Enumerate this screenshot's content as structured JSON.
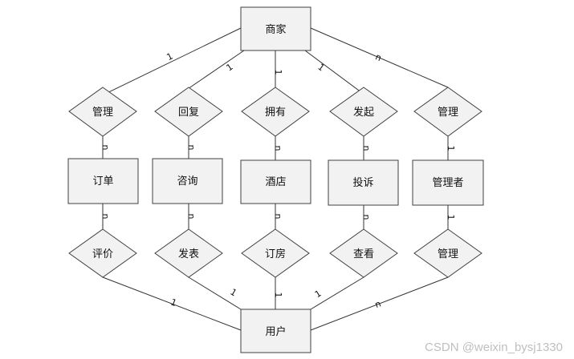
{
  "nodes": {
    "merchant": "商家",
    "user": "用户",
    "order": "订单",
    "consult": "咨询",
    "hotel": "酒店",
    "complaint": "投诉",
    "admin": "管理者",
    "rel_manage_top": "管理",
    "rel_reply": "回复",
    "rel_own": "拥有",
    "rel_initiate": "发起",
    "rel_admin_top": "管理",
    "rel_review": "评价",
    "rel_post": "发表",
    "rel_book": "订房",
    "rel_view": "查看",
    "rel_admin_bottom": "管理"
  },
  "cardinality": {
    "one": "1",
    "many": "n"
  },
  "watermark": "CSDN @weixin_bysj1330"
}
